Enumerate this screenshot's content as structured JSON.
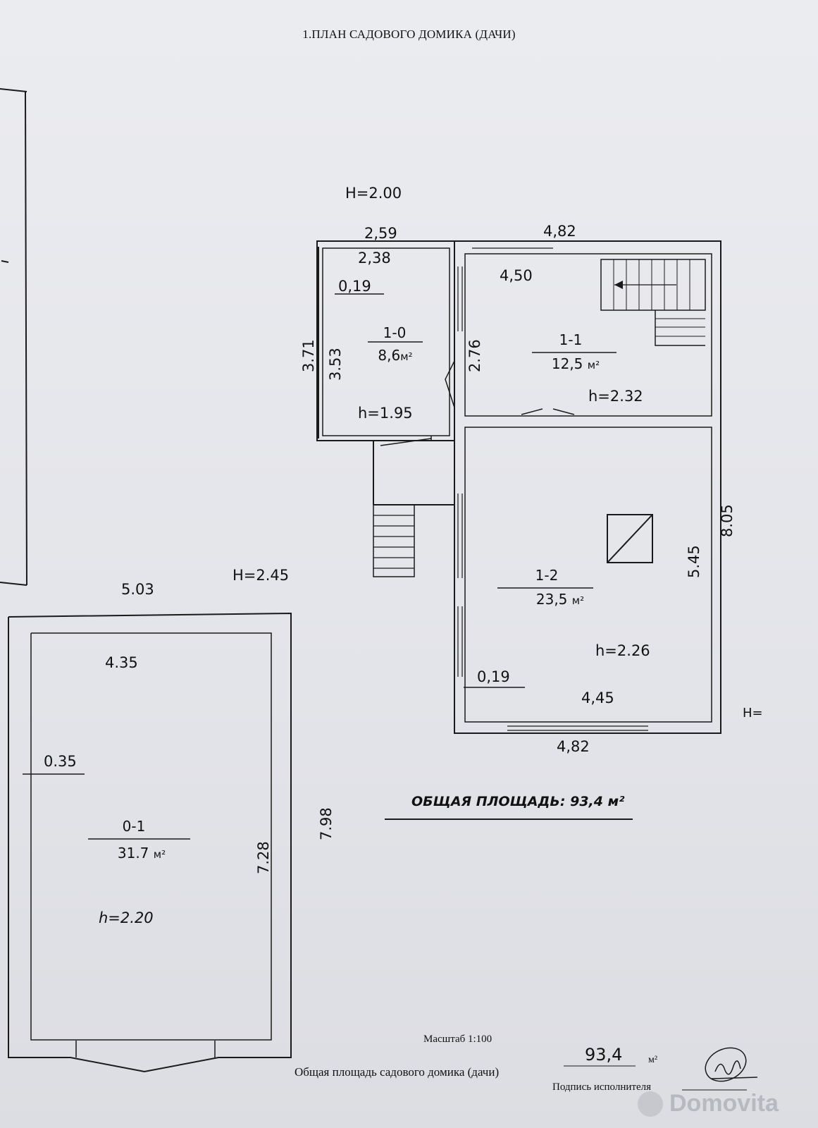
{
  "title": "1.ПЛАН САДОВОГО ДОМИКА (ДАЧИ)",
  "house": {
    "height_label": "H=2.00",
    "dims": {
      "top_left_outer": "2,59",
      "top_left_inner": "2,38",
      "top_right_outer": "4,82",
      "room11_inner": "4,50",
      "wall": "0,19",
      "left_outer": "3.71",
      "left_inner": "3.53",
      "room11_side": "2.76",
      "right_outer": "8.05",
      "room12_side": "5.45",
      "wall_bottom": "0,19",
      "room12_inner_bottom": "4,45",
      "bottom_outer": "4,82"
    },
    "rooms": [
      {
        "id": "1-0",
        "area": "8,6",
        "unit": "м²",
        "height": "h=1.95"
      },
      {
        "id": "1-1",
        "area": "12,5",
        "unit": "м²",
        "height": "h=2.32"
      },
      {
        "id": "1-2",
        "area": "23,5",
        "unit": "м²",
        "height": "h=2.26"
      }
    ],
    "right_height_label": "H="
  },
  "shed": {
    "width_outer": "5.03",
    "height_label": "H=2.45",
    "width_inner": "4.35",
    "wall": "0.35",
    "room": {
      "id": "0-1",
      "area": "31.7",
      "unit": "м²",
      "height": "h=2.20"
    },
    "length_outer": "7.98",
    "length_inner": "7.28"
  },
  "total_area_label": "ОБЩАЯ ПЛОЩАДЬ: 93,4 м²",
  "footer": {
    "scale": "Масштаб 1:100",
    "area_caption": "Общая площадь садового домика (дачи)",
    "area_value": "93,4",
    "area_unit": "м²",
    "signature_caption": "Подпись исполнителя"
  },
  "watermark": "Domovita",
  "colors": {
    "ink": "#1a1a1a",
    "paper": "#e7e8ec",
    "watermark": "#b7b9c0"
  }
}
